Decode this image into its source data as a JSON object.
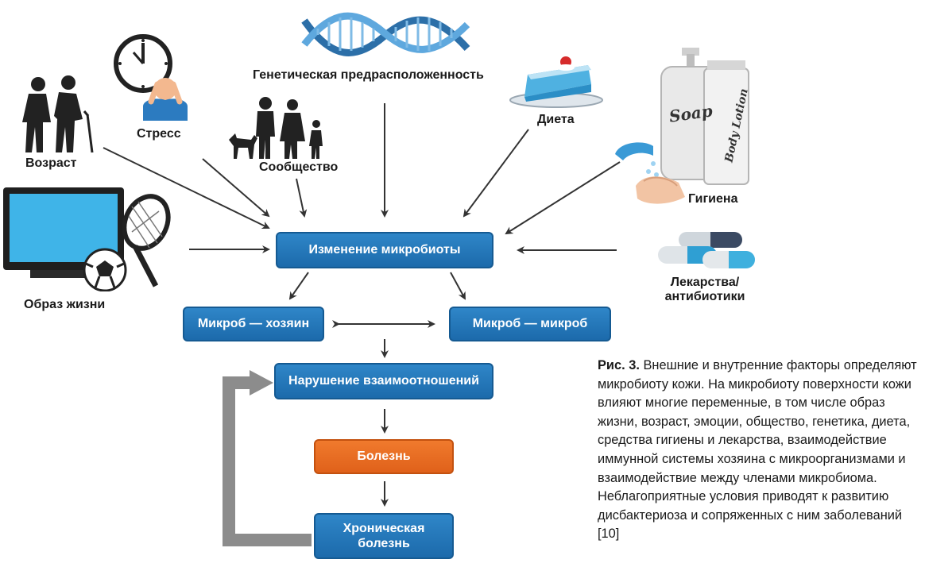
{
  "factors": {
    "genetic": "Генетическая предрасположенность",
    "diet": "Диета",
    "stress": "Стресс",
    "age": "Возраст",
    "community": "Сообщество",
    "hygiene": "Гигиена",
    "lifestyle": "Образ жизни",
    "drugs_line1": "Лекарства/",
    "drugs_line2": "антибиотики"
  },
  "products": {
    "soap": "Soap",
    "lotion": "Body Lotion"
  },
  "nodes": {
    "microbiota_change": "Изменение микробиоты",
    "microbe_host": "Микроб — хозяин",
    "microbe_microbe": "Микроб — микроб",
    "relationship_disruption": "Нарушение взаимоотношений",
    "disease": "Болезнь",
    "chronic_line1": "Хроническая",
    "chronic_line2": "болезнь"
  },
  "caption": {
    "title": "Рис. 3.",
    "text": "Внешние и внутренние факторы определяют микробиоту кожи. На микробиоту поверхности кожи влияют многие переменные, в том числе образ жизни, возраст, эмоции, общество, генетика, диета, средства гигиены и лекарства, взаимодействие иммунной системы хозяина с микроорганизмами и взаимодействие между членами микробиома. Неблагоприятные условия приводят к развитию дисбактериоза и сопряженных с ним заболеваний [10]"
  },
  "colors": {
    "node_blue": "#1c6aab",
    "node_orange": "#e0611a",
    "feedback_gray": "#8c8c8c",
    "arrow": "#333333"
  }
}
